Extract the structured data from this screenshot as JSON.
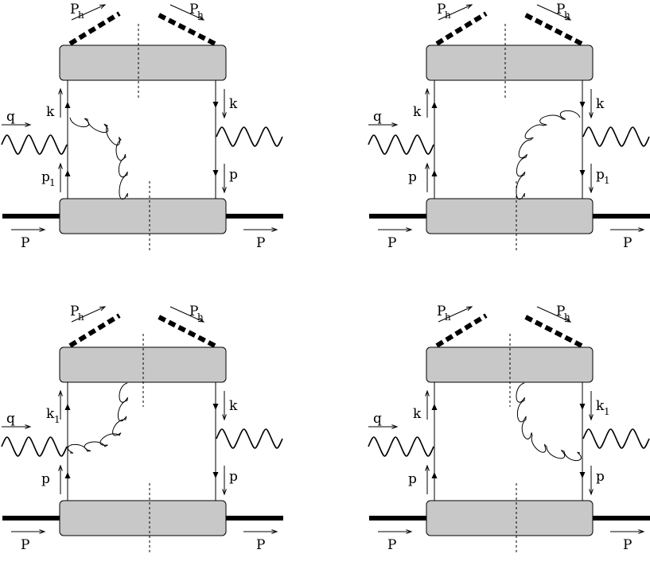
{
  "colors": {
    "blob_fill": "#c8c8c8",
    "line": "#000000",
    "background": "#ffffff"
  },
  "diagrams": [
    {
      "id": "top-left",
      "labels": {
        "hadron_left": "P",
        "hadron_left_sub": "h",
        "hadron_right": "P",
        "hadron_right_sub": "h",
        "photon_left": "q",
        "left_upper": "k",
        "left_upper_sub": "",
        "left_lower": "p",
        "left_lower_sub": "1",
        "right_upper": "k",
        "right_upper_sub": "",
        "right_lower": "p",
        "right_lower_sub": "",
        "proton_left": "P",
        "proton_right": "P"
      },
      "gluon": "left-lower-to-left-quark"
    },
    {
      "id": "top-right",
      "labels": {
        "hadron_left": "P",
        "hadron_left_sub": "h",
        "hadron_right": "P",
        "hadron_right_sub": "h",
        "photon_left": "q",
        "left_upper": "k",
        "left_upper_sub": "",
        "left_lower": "p",
        "left_lower_sub": "",
        "right_upper": "k",
        "right_upper_sub": "",
        "right_lower": "p",
        "right_lower_sub": "1",
        "proton_left": "P",
        "proton_right": "P"
      },
      "gluon": "right-lower-to-right-quark"
    },
    {
      "id": "bottom-left",
      "labels": {
        "hadron_left": "P",
        "hadron_left_sub": "h",
        "hadron_right": "P",
        "hadron_right_sub": "h",
        "photon_left": "q",
        "left_upper": "k",
        "left_upper_sub": "1",
        "left_lower": "p",
        "left_lower_sub": "",
        "right_upper": "k",
        "right_upper_sub": "",
        "right_lower": "p",
        "right_lower_sub": "",
        "proton_left": "P",
        "proton_right": "P"
      },
      "gluon": "upper-blob-to-left-quark"
    },
    {
      "id": "bottom-right",
      "labels": {
        "hadron_left": "P",
        "hadron_left_sub": "h",
        "hadron_right": "P",
        "hadron_right_sub": "h",
        "photon_left": "q",
        "left_upper": "k",
        "left_upper_sub": "",
        "left_lower": "p",
        "left_lower_sub": "",
        "right_upper": "k",
        "right_upper_sub": "1",
        "right_lower": "p",
        "right_lower_sub": "",
        "proton_left": "P",
        "proton_right": "P"
      },
      "gluon": "upper-blob-to-right-quark"
    }
  ]
}
